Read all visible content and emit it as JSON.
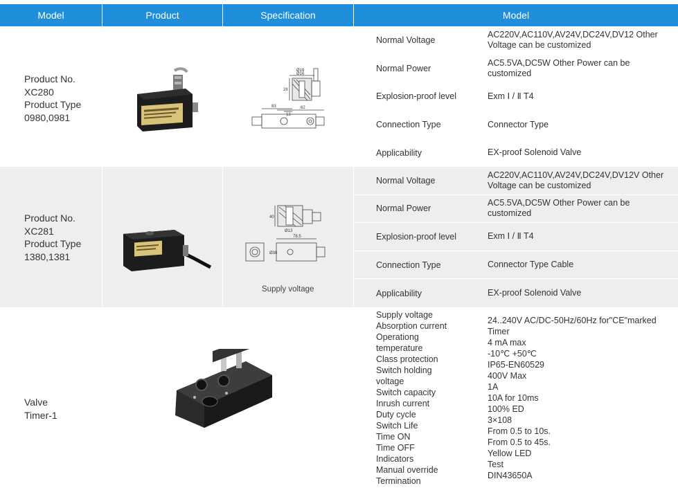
{
  "header": {
    "col1": "Model",
    "col2": "Product",
    "col3": "Specification",
    "col4": "Model"
  },
  "rows": [
    {
      "model_lines": [
        "Product No.",
        "XC280",
        "Product Type",
        "0980,0981"
      ],
      "specs": [
        {
          "label": "Normal Voltage",
          "value": "AC220V,AC110V,AV24V,DC24V,DV12 Other Voltage can be customized"
        },
        {
          "label": "Normal Power",
          "value": "AC5.5VA,DC5W  Other Power can be customized"
        },
        {
          "label": "Explosion-proof level",
          "value": "Exm Ⅰ / Ⅱ T4"
        },
        {
          "label": "Connection Type",
          "value": "Connector Type"
        },
        {
          "label": "Applicability",
          "value": "EX-proof Solenoid Valve"
        }
      ]
    },
    {
      "model_lines": [
        "Product No.",
        "XC281",
        "Product Type",
        "1380,1381"
      ],
      "caption": "Supply voltage",
      "specs": [
        {
          "label": "Normal Voltage",
          "value": "AC220V,AC110V,AV24V,DC24V,DV12V Other Voltage can be customized"
        },
        {
          "label": "Normal Power",
          "value": "AC5.5VA,DC5W  Other Power can be customized"
        },
        {
          "label": "Explosion-proof level",
          "value": "Exm Ⅰ / Ⅱ T4"
        },
        {
          "label": "Connection Type",
          "value": "Connector Type Cable"
        },
        {
          "label": "Applicability",
          "value": "EX-proof Solenoid Valve"
        }
      ]
    },
    {
      "model_lines": [
        "Valve",
        "Timer-1"
      ],
      "labels": [
        "Supply voltage",
        "Absorption current",
        "Operationg",
        "temperature",
        "Class protection",
        "Switch holding",
        "voltage",
        "Switch capacity",
        "Inrush current",
        "Duty cycle",
        "Switch Life",
        "Time ON",
        "Time OFF",
        "Indicators",
        "Manual override",
        "Termination"
      ],
      "values": [
        "24..240V  AC/DC-50Hz/60Hz for\"CE\"marked",
        "Timer",
        "4 mA max",
        "-10℃ +50℃",
        "IP65-EN60529",
        "400V Max",
        "1A",
        "10A for 10ms",
        "100% ED",
        "3×108",
        "From 0.5 to 10s.",
        "From 0.5 to 45s.",
        "Yellow LED",
        "Test",
        "DIN43650A"
      ]
    }
  ],
  "drawing_dims": {
    "r1_top": [
      "Ø19",
      "Ø16"
    ],
    "r1_side": "28",
    "r1_bottom": [
      "83",
      "62",
      "13"
    ],
    "r2_side": "40",
    "r2_under": "Ø13",
    "r2_bottom": "78.5",
    "r2_side2": "Ø30"
  },
  "colors": {
    "header_bg": "#1f8fdc",
    "alt_row_bg": "#eeeeee"
  }
}
